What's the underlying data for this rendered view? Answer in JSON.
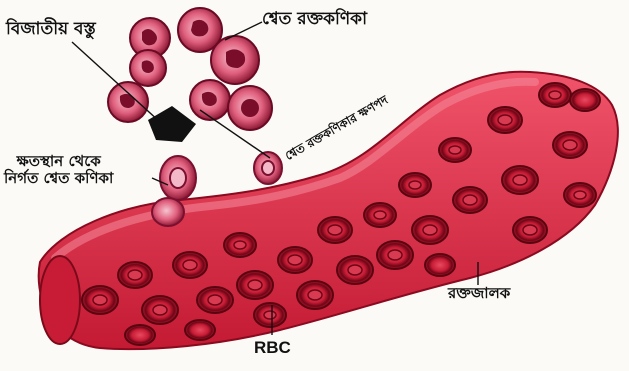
{
  "labels": {
    "foreign_body": "বিজাতীয় বস্তু",
    "white_blood_cells": "শ্বেত রক্তকণিকা",
    "wbc_movement": "শ্বেত রক্তকণিকার ক্ষণপদ",
    "exit_line1": "ক্ষতস্থান থেকে",
    "exit_line2": "নির্গত শ্বেত কণিকা",
    "rbc": "RBC",
    "capillary": "রক্তজালক"
  },
  "colors": {
    "vessel": "#e8384f",
    "vessel_dark": "#b8102a",
    "rbc_fill": "#d0253c",
    "rbc_rim": "#7a0a1a",
    "wbc_fill": "#e35a7a",
    "wbc_light": "#f3b9c8",
    "foreign_body": "#111111"
  }
}
